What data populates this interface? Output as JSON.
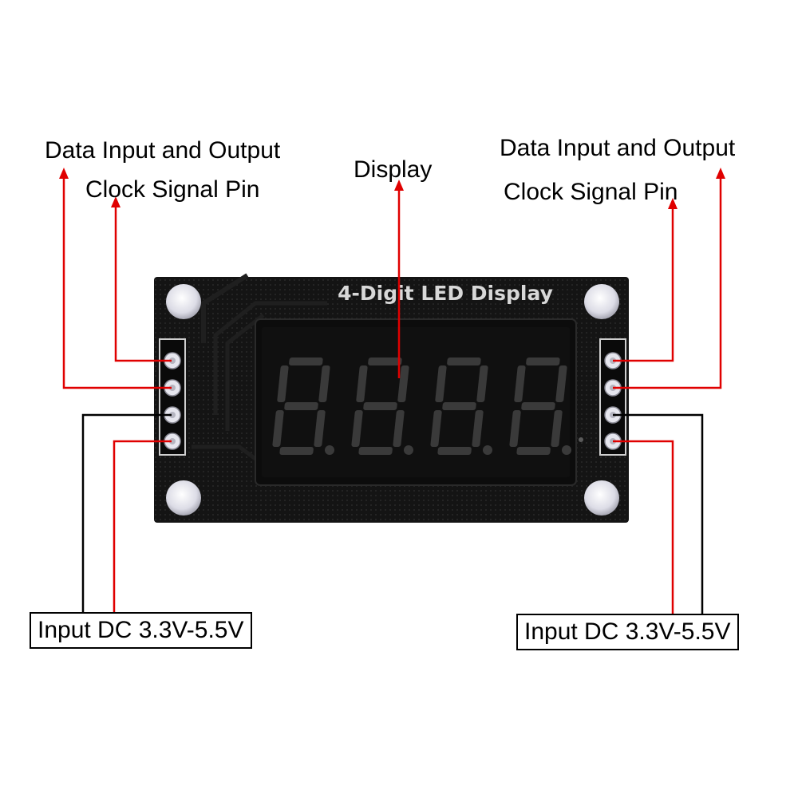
{
  "labels": {
    "left_data": "Data Input and Output",
    "left_clock": "Clock Signal Pin",
    "display": "Display",
    "right_data": "Data Input and Output",
    "right_clock": "Clock Signal Pin",
    "left_power": "Input DC 3.3V-5.5V",
    "right_power": "Input DC 3.3V-5.5V"
  },
  "board": {
    "title": "4-Digit LED Display",
    "digit_count": 4,
    "pins_per_side": 4
  },
  "colors": {
    "signal_line": "#e00000",
    "ground_line": "#000000",
    "board": "#141414",
    "digit_segment": "#3a3a3a",
    "hole": "#d9d9e3"
  }
}
